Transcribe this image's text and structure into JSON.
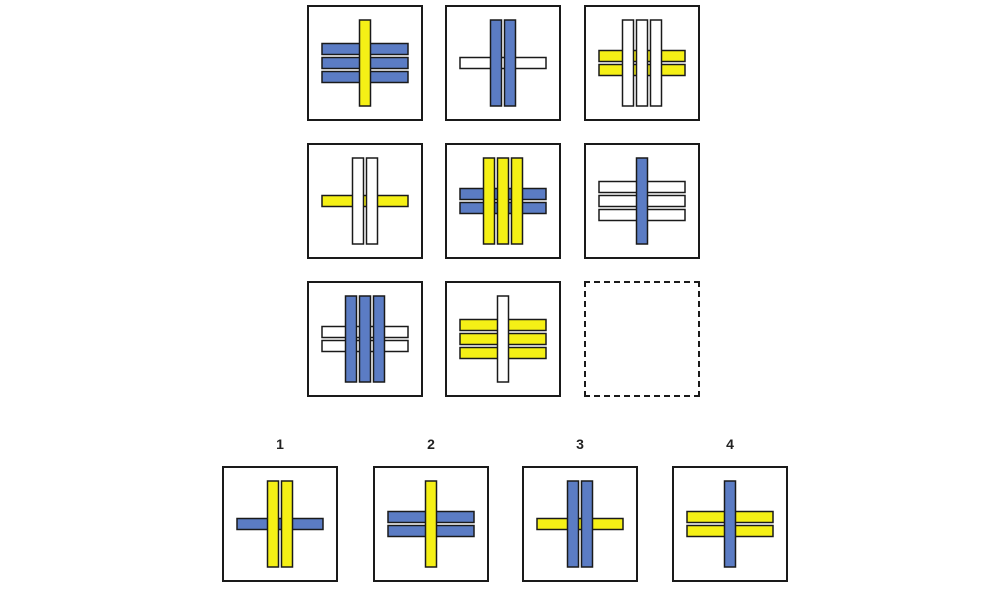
{
  "colors": {
    "blue": "#5b7cc4",
    "yellow": "#f5f016",
    "white": "#ffffff",
    "stroke": "#1a1a1a"
  },
  "matrix": [
    {
      "front": "vertical",
      "h": {
        "count": 3,
        "color": "blue"
      },
      "v": {
        "count": 1,
        "color": "yellow"
      }
    },
    {
      "front": "vertical",
      "h": {
        "count": 1,
        "color": "white"
      },
      "v": {
        "count": 2,
        "color": "blue"
      }
    },
    {
      "front": "vertical",
      "h": {
        "count": 2,
        "color": "yellow"
      },
      "v": {
        "count": 3,
        "color": "white"
      }
    },
    {
      "front": "vertical",
      "h": {
        "count": 1,
        "color": "yellow"
      },
      "v": {
        "count": 2,
        "color": "white"
      }
    },
    {
      "front": "vertical",
      "h": {
        "count": 2,
        "color": "blue"
      },
      "v": {
        "count": 3,
        "color": "yellow"
      }
    },
    {
      "front": "vertical",
      "h": {
        "count": 3,
        "color": "white"
      },
      "v": {
        "count": 1,
        "color": "blue"
      }
    },
    {
      "front": "vertical",
      "h": {
        "count": 2,
        "color": "white"
      },
      "v": {
        "count": 3,
        "color": "blue"
      }
    },
    {
      "front": "vertical",
      "h": {
        "count": 3,
        "color": "yellow"
      },
      "v": {
        "count": 1,
        "color": "white"
      }
    },
    null
  ],
  "options": [
    {
      "label": "1",
      "front": "vertical",
      "h": {
        "count": 1,
        "color": "blue"
      },
      "v": {
        "count": 2,
        "color": "yellow"
      }
    },
    {
      "label": "2",
      "front": "vertical",
      "h": {
        "count": 2,
        "color": "blue"
      },
      "v": {
        "count": 1,
        "color": "yellow"
      }
    },
    {
      "label": "3",
      "front": "vertical",
      "h": {
        "count": 1,
        "color": "yellow"
      },
      "v": {
        "count": 2,
        "color": "blue"
      }
    },
    {
      "label": "4",
      "front": "vertical",
      "h": {
        "count": 2,
        "color": "yellow"
      },
      "v": {
        "count": 1,
        "color": "blue"
      }
    }
  ]
}
